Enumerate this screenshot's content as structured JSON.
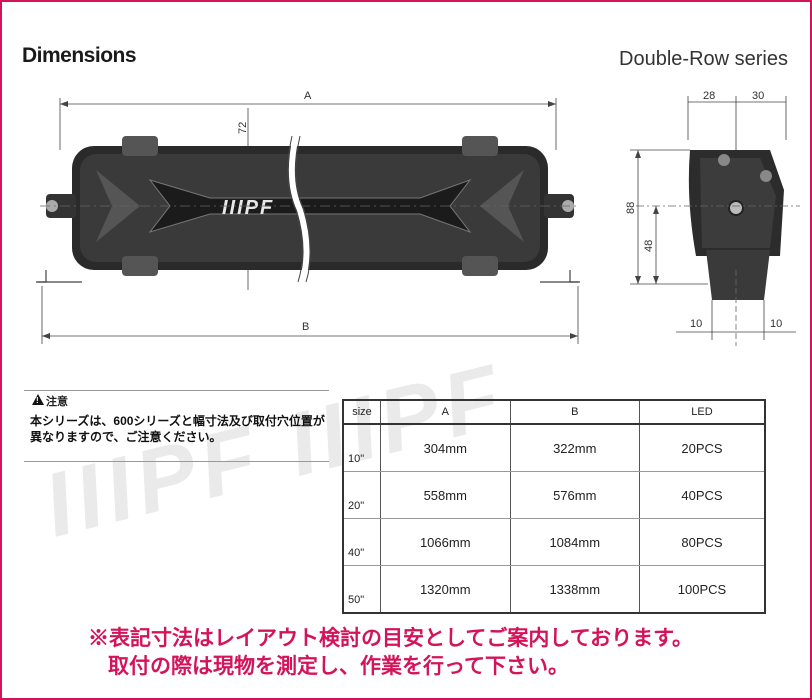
{
  "header": {
    "title": "Dimensions",
    "series": "Double-Row series"
  },
  "drawing": {
    "front_labels": {
      "a": "A",
      "b": "B",
      "height": "72"
    },
    "side_labels": {
      "top_left": "28",
      "top_right": "30",
      "overall": "88",
      "mount": "48",
      "bottom_left": "10",
      "bottom_right": "10"
    },
    "logo_text": "IIIPF"
  },
  "caution": {
    "label": "注意",
    "text": "本シリーズは、600シリーズと幅寸法及び取付穴位置が異なりますので、ご注意ください。"
  },
  "table": {
    "headers": [
      "size",
      "A",
      "B",
      "LED"
    ],
    "rows": [
      [
        "10\"",
        "304mm",
        "322mm",
        "20PCS"
      ],
      [
        "20\"",
        "558mm",
        "576mm",
        "40PCS"
      ],
      [
        "40\"",
        "1066mm",
        "1084mm",
        "80PCS"
      ],
      [
        "50\"",
        "1320mm",
        "1338mm",
        "100PCS"
      ]
    ]
  },
  "notice": {
    "line1": "※表記寸法はレイアウト検討の目安としてご案内しております。",
    "line2": "取付の際は現物を測定し、作業を行って下さい。"
  },
  "watermark": "IIIPF IIIPF"
}
